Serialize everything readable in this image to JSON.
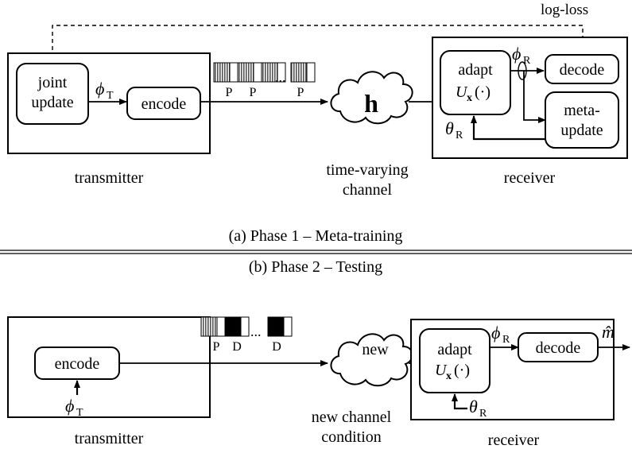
{
  "panel_a": {
    "caption": "(a) Phase 1 – Meta-training",
    "feedback_label": "log-loss",
    "transmitter_caption": "transmitter",
    "channel_caption_line1": "time-varying",
    "channel_caption_line2": "channel",
    "receiver_caption": "receiver",
    "joint_update_line1": "joint",
    "joint_update_line2": "update",
    "encode": "encode",
    "phi_t": "ϕ",
    "phi_t_sub": "T",
    "pilot_labels": [
      "P",
      "P",
      "P"
    ],
    "ellipsis": "...",
    "channel_symbol": "h",
    "adapt": "adapt",
    "adapt_fn": "U",
    "adapt_fn_sub": "x",
    "adapt_fn_arg": "(·)",
    "phi_r": "ϕ",
    "phi_r_sub": "R",
    "decode": "decode",
    "meta_update_line1": "meta-",
    "meta_update_line2": "update",
    "theta_r": "θ",
    "theta_r_sub": "R"
  },
  "panel_b": {
    "caption": "(b) Phase 2 – Testing",
    "transmitter_caption": "transmitter",
    "channel_caption_line1": "new channel",
    "channel_caption_line2": "condition",
    "receiver_caption": "receiver",
    "encode": "encode",
    "phi_t": "ϕ",
    "phi_t_sub": "T",
    "packet_labels": [
      "P",
      "D",
      "D"
    ],
    "ellipsis": "...",
    "channel_label": "new",
    "adapt": "adapt",
    "adapt_fn": "U",
    "adapt_fn_sub": "x",
    "adapt_fn_arg": "(·)",
    "phi_r": "ϕ",
    "phi_r_sub": "R",
    "decode": "decode",
    "output": "m̂",
    "theta_r": "θ",
    "theta_r_sub": "R"
  }
}
